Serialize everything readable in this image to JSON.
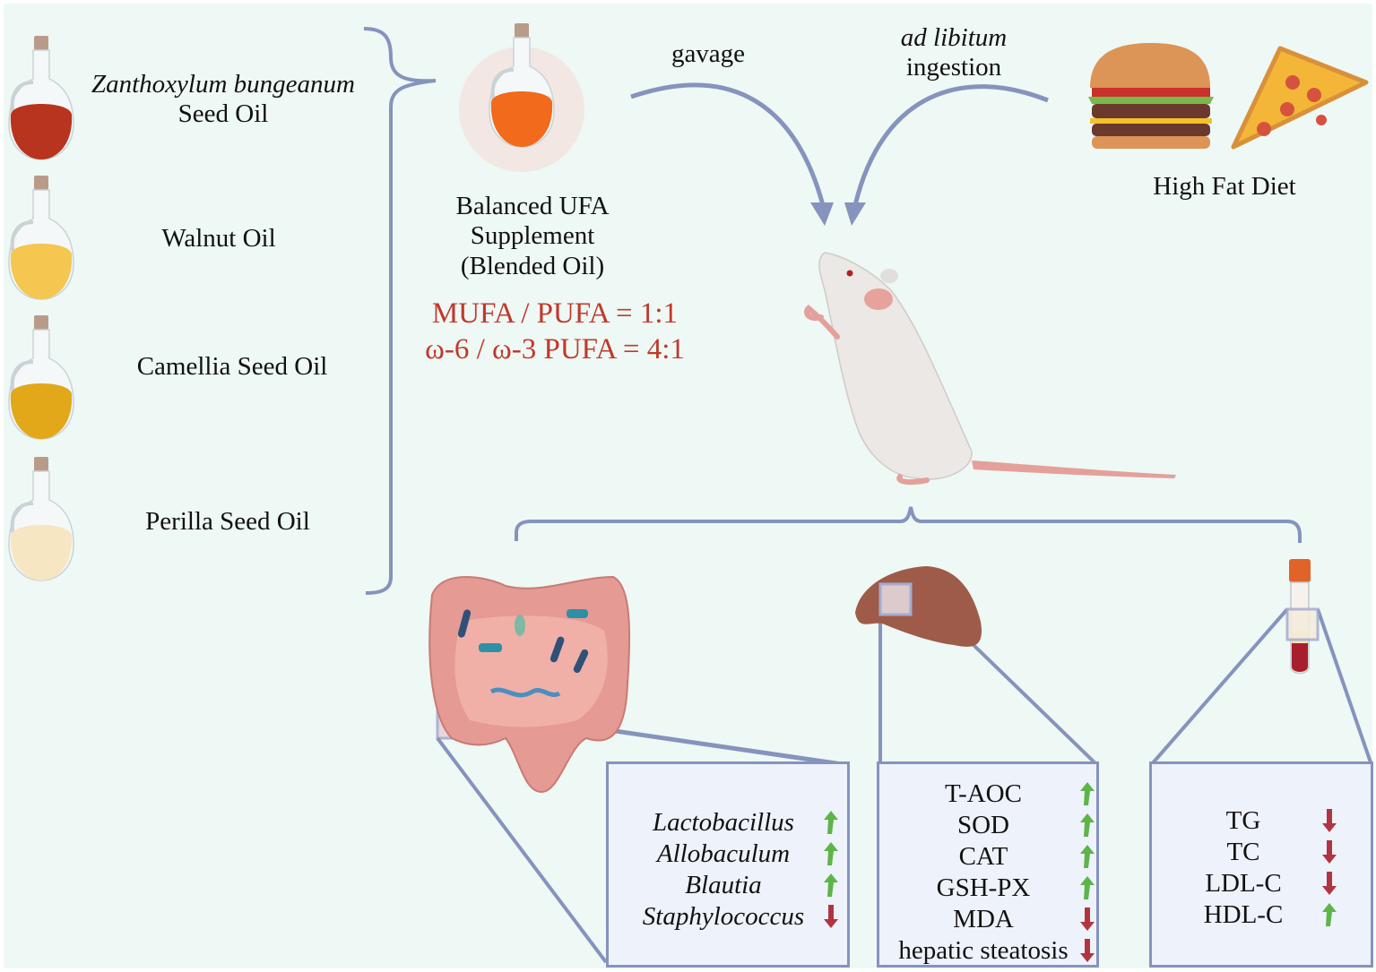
{
  "source_oils": {
    "title_italic": "Zanthoxylum bungeanum",
    "items": [
      {
        "label_italic": "Zanthoxylum bungeanum",
        "label": "Seed Oil",
        "color": "#b8341e"
      },
      {
        "label": "Walnut Oil",
        "color": "#f5c650"
      },
      {
        "label": "Camellia Seed Oil",
        "color": "#e2a81a"
      },
      {
        "label": "Perilla Seed Oil",
        "color": "#f7e6c2"
      }
    ]
  },
  "supplement": {
    "line1": "Balanced UFA",
    "line2": "Supplement",
    "line3": "(Blended Oil)",
    "ratio1": "MUFA / PUFA = 1:1",
    "ratio2": "ω-6 / ω-3 PUFA = 4:1",
    "oil_color": "#f26a1b"
  },
  "routes": {
    "gavage": "gavage",
    "ad_libitum": "ad libitum",
    "ingestion": "ingestion"
  },
  "diet": {
    "label": "High Fat Diet"
  },
  "colors": {
    "background": "#eef8f5",
    "connector": "#8593bd",
    "up_arrow": "#5db548",
    "down_arrow": "#b03540",
    "ratio_text": "#c0392b"
  },
  "panels": {
    "gut": {
      "items": [
        {
          "label": "Lactobacillus",
          "trend": "up"
        },
        {
          "label": "Allobaculum",
          "trend": "up"
        },
        {
          "label": "Blautia",
          "trend": "up"
        },
        {
          "label": "Staphylococcus",
          "trend": "down"
        }
      ]
    },
    "liver": {
      "items": [
        {
          "label": "T-AOC",
          "trend": "up"
        },
        {
          "label": "SOD",
          "trend": "up"
        },
        {
          "label": "CAT",
          "trend": "up"
        },
        {
          "label": "GSH-PX",
          "trend": "up"
        },
        {
          "label": "MDA",
          "trend": "down"
        },
        {
          "label": "hepatic steatosis",
          "trend": "down"
        }
      ]
    },
    "serum": {
      "items": [
        {
          "label": "TG",
          "trend": "down"
        },
        {
          "label": "TC",
          "trend": "down"
        },
        {
          "label": "LDL-C",
          "trend": "down"
        },
        {
          "label": "HDL-C",
          "trend": "up"
        }
      ]
    }
  }
}
